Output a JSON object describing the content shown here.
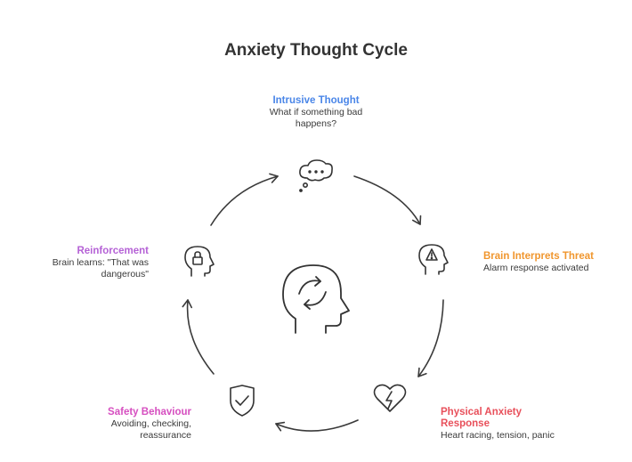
{
  "title": "Anxiety Thought Cycle",
  "nodes": {
    "intrusive": {
      "title": "Intrusive Thought",
      "desc": "What if something bad happens?",
      "color": "#4a86e8",
      "icon": "thought-bubble-icon"
    },
    "threat": {
      "title": "Brain Interprets Threat",
      "desc": "Alarm response activated",
      "color": "#f0962e",
      "icon": "head-warning-icon"
    },
    "physical": {
      "title": "Physical Anxiety Response",
      "desc": "Heart racing, tension, panic",
      "color": "#e8505b",
      "icon": "broken-heart-lightning-icon"
    },
    "safety": {
      "title": "Safety Behaviour",
      "desc": "Avoiding, checking, reassurance",
      "color": "#d64fc0",
      "icon": "shield-check-icon"
    },
    "reinforcement": {
      "title": "Reinforcement",
      "desc": "Brain learns: \"That was dangerous\"",
      "color": "#b562d6",
      "icon": "head-lock-icon"
    }
  },
  "center_icon": "head-cycle-icon",
  "arrow_color": "#3a3a3a"
}
